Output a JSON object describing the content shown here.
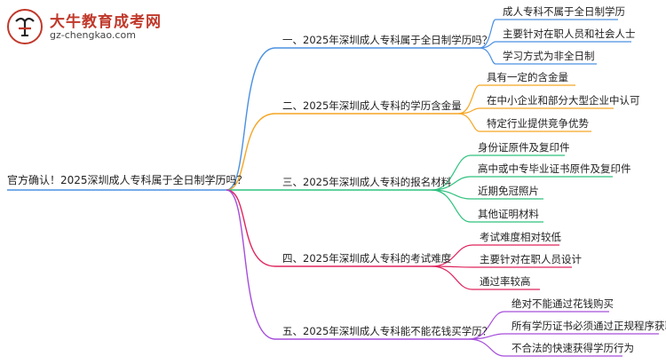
{
  "logo": {
    "title": "大牛教育成考网",
    "url": "gz-chengkao.com"
  },
  "mindmap": {
    "root": "官方确认！2025深圳成人专科属于全日制学历吗？",
    "branches": [
      {
        "label": "一、2025年深圳成人专科属于全日制学历吗？",
        "color": "#4a90e2",
        "children": [
          "成人专科不属于全日制学历",
          "主要针对在职人员和社会人士",
          "学习方式为非全日制"
        ]
      },
      {
        "label": "二、2025年深圳成人专科的学历含金量",
        "color": "#f5a623",
        "children": [
          "具有一定的含金量",
          "在中小企业和部分大型企业中认可",
          "特定行业提供竞争优势"
        ]
      },
      {
        "label": "三、2025年深圳成人专科的报名材料",
        "color": "#2ec27e",
        "children": [
          "身份证原件及复印件",
          "高中或中专毕业证书原件及复印件",
          "近期免冠照片",
          "其他证明材料"
        ]
      },
      {
        "label": "四、2025年深圳成人专科的考试难度",
        "color": "#e0245e",
        "children": [
          "考试难度相对较低",
          "主要针对在职人员设计",
          "通过率较高"
        ]
      },
      {
        "label": "五、2025年深圳成人专科能不能花钱买学历？",
        "color": "#a64ddb",
        "children": [
          "绝对不能通过花钱购买",
          "所有学历证书必须通过正规程序获取",
          "不合法的快速获得学历行为"
        ]
      }
    ]
  }
}
